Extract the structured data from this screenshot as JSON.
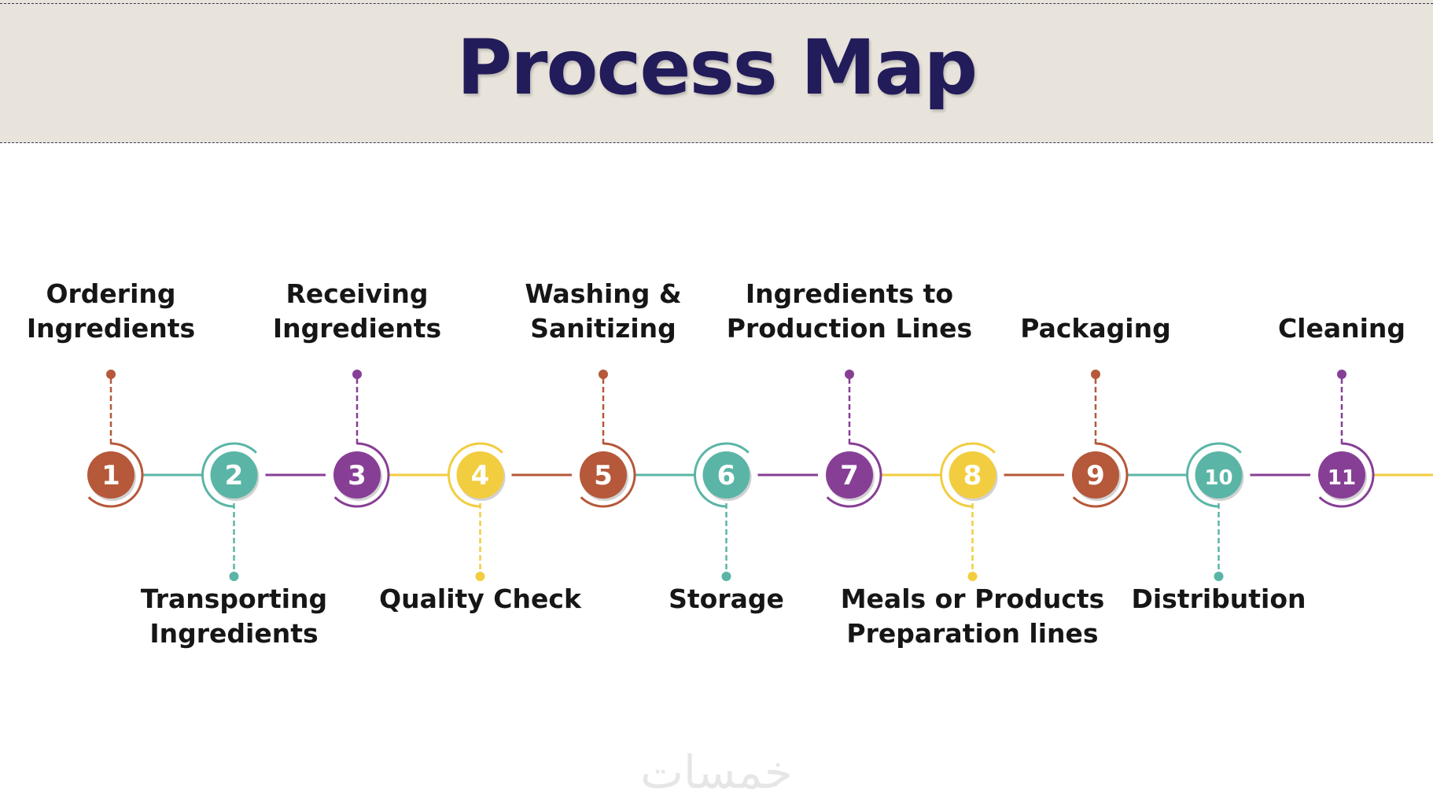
{
  "header": {
    "title": "Process Map"
  },
  "colors": {
    "brown": "#b6583a",
    "teal": "#5bb5a6",
    "purple": "#873f96",
    "yellow": "#f2cd3f",
    "title": "#231c5a",
    "header_bg": "#e8e4dc"
  },
  "steps": [
    {
      "number": "1",
      "label": [
        "Ordering",
        "Ingredients"
      ],
      "position": "top",
      "color": "brown"
    },
    {
      "number": "2",
      "label": [
        "Transporting",
        "Ingredients"
      ],
      "position": "bottom",
      "color": "teal"
    },
    {
      "number": "3",
      "label": [
        "Receiving",
        "Ingredients"
      ],
      "position": "top",
      "color": "purple"
    },
    {
      "number": "4",
      "label": [
        "Quality Check"
      ],
      "position": "bottom",
      "color": "yellow"
    },
    {
      "number": "5",
      "label": [
        "Washing &",
        "Sanitizing"
      ],
      "position": "top",
      "color": "brown"
    },
    {
      "number": "6",
      "label": [
        "Storage"
      ],
      "position": "bottom",
      "color": "teal"
    },
    {
      "number": "7",
      "label": [
        "Ingredients to",
        "Production Lines"
      ],
      "position": "top",
      "color": "purple"
    },
    {
      "number": "8",
      "label": [
        "Meals or Products",
        "Preparation lines"
      ],
      "position": "bottom",
      "color": "yellow"
    },
    {
      "number": "9",
      "label": [
        "Packaging"
      ],
      "position": "top",
      "color": "brown"
    },
    {
      "number": "10",
      "label": [
        "Distribution"
      ],
      "position": "bottom",
      "color": "teal"
    },
    {
      "number": "11",
      "label": [
        "Cleaning"
      ],
      "position": "top",
      "color": "purple"
    }
  ],
  "watermark": "خمسات"
}
